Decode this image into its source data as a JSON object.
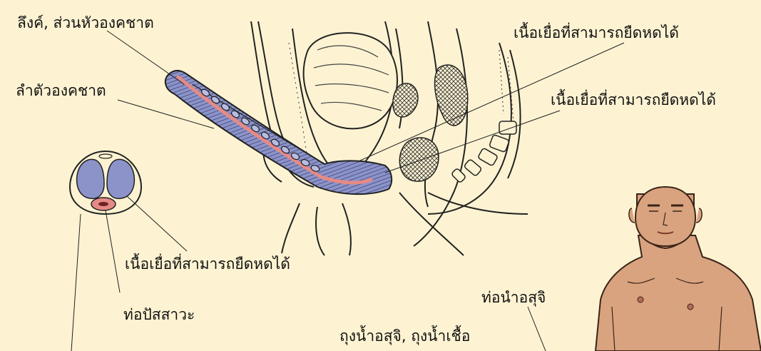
{
  "labels": {
    "glans": "ลึงค์, ส่วนหัวองคชาต",
    "shaft": "ลำตัวองคชาต",
    "erectile_1": "เนื้อเยื่อที่สามารถยืดหดได้",
    "erectile_2": "เนื้อเยื่อที่สามารถยืดหดได้",
    "erectile_3": "เนื้อเยื่อที่สามารถยืดหดได้",
    "urethra": "ท่อปัสสาวะ",
    "vas_deferens": "ท่อนำอสุจิ",
    "seminal_vesicle": "ถุงน้ำอสุจิ, ถุงน้ำเชื้อ"
  },
  "colors": {
    "background": "#fdf3d2",
    "erectile_tissue": "#8b93c9",
    "urethra": "#e58a86",
    "skin": "#d9a37f",
    "line": "#222222"
  }
}
